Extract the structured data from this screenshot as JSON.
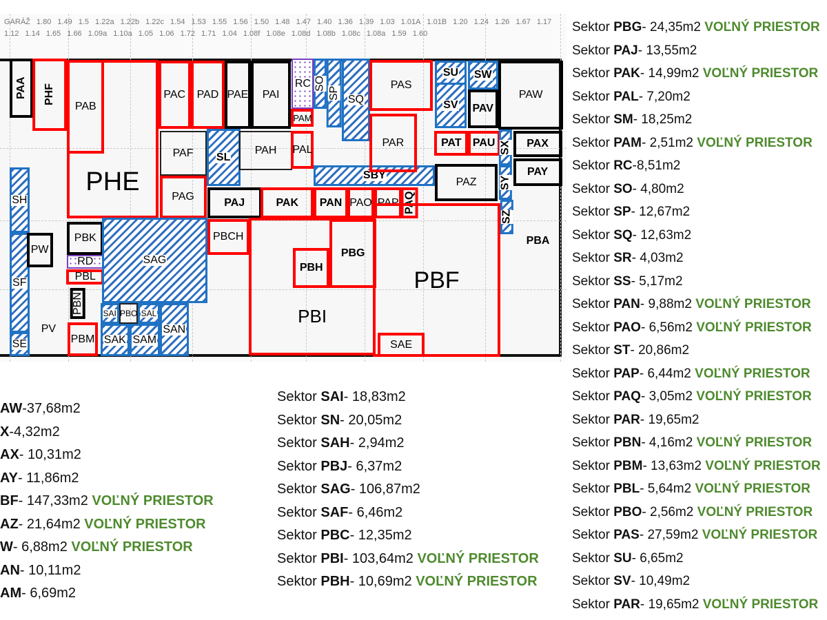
{
  "colors": {
    "occupied": "#ff0000",
    "common": "#1f72c4",
    "other": "#000000",
    "free_text": "#4e8a2e",
    "reception": "#7a3fc0"
  },
  "plan": {
    "rooms": [
      "PAA",
      "PHF",
      "PAB",
      "PHE",
      "PAC",
      "PAD",
      "PAE",
      "PAI",
      "PAF",
      "SL",
      "PAH",
      "PAG",
      "PAJ",
      "PBCH",
      "SH",
      "SF",
      "SE",
      "PW",
      "PV",
      "PBK",
      "RD",
      "PBL",
      "PBN",
      "PBM",
      "SAG",
      "SAI",
      "PBO",
      "SAL",
      "SAK",
      "SAM",
      "SAN",
      "PBI",
      "RC",
      "PAM",
      "PAL",
      "SO",
      "SP",
      "SQ",
      "SBY",
      "PAS",
      "PAR",
      "SU",
      "SV",
      "SW",
      "PAV",
      "PAW",
      "PAT",
      "PAU",
      "SX",
      "SY",
      "SZ",
      "PAX",
      "PAY",
      "PAZ",
      "PAK",
      "PAN",
      "PAO",
      "PAP",
      "PAQ",
      "PBG",
      "PBH",
      "PBF",
      "SAE",
      "PBA"
    ],
    "numbers": [
      "GARÁŽ",
      "1.80",
      "1.49",
      "1.5",
      "1.22a",
      "1.22b",
      "1.22c",
      "1.54",
      "1.53",
      "1.55",
      "1.56",
      "1.50",
      "1.48",
      "1.47",
      "1.40",
      "1.36",
      "1.39",
      "1.03",
      "1.01A",
      "1.01B",
      "1.20",
      "1.24",
      "1.26",
      "1.67",
      "1.17",
      "1.12",
      "1.14",
      "1.65",
      "1.66",
      "1.09a",
      "1.10a",
      "1.05",
      "1.06",
      "1.72",
      "1.71",
      "1.04",
      "1.08f",
      "1.08e",
      "1.08d",
      "1.08b",
      "1.08c",
      "1.08a",
      "1.59",
      "1.60"
    ]
  },
  "list_left": [
    {
      "code": "AW",
      "rest": "-37,68m2",
      "status": ""
    },
    {
      "code": "X",
      "rest": "-4,32m2",
      "status": ""
    },
    {
      "code": "AX",
      "rest": "- 10,31m2",
      "status": ""
    },
    {
      "code": "AY",
      "rest": "- 11,86m2",
      "status": ""
    },
    {
      "code": "BF",
      "rest": "- 147,33m2 ",
      "status": "VOĽNÝ PRIESTOR"
    },
    {
      "code": "AZ",
      "rest": "- 21,64m2 ",
      "status": "VOĽNÝ PRIESTOR"
    },
    {
      "code": "W",
      "rest": "- 6,88m2 ",
      "status": "VOĽNÝ PRIESTOR"
    },
    {
      "code": "AN",
      "rest": "- 10,11m2",
      "status": ""
    },
    {
      "code": "AM",
      "rest": "- 6,69m2",
      "status": ""
    }
  ],
  "list_middle": [
    {
      "prefix": "Sektor ",
      "code": "SAI",
      "rest": "- 18,83m2",
      "status": ""
    },
    {
      "prefix": "Sektor ",
      "code": "SN",
      "rest": "- 20,05m2",
      "status": ""
    },
    {
      "prefix": "Sektor ",
      "code": "SAH",
      "rest": "- 2,94m2",
      "status": ""
    },
    {
      "prefix": "Sektor ",
      "code": "PBJ",
      "rest": "- 6,37m2",
      "status": ""
    },
    {
      "prefix": "Sektor ",
      "code": "SAG",
      "rest": "- 106,87m2",
      "status": ""
    },
    {
      "prefix": "Sektor ",
      "code": "SAF",
      "rest": "- 6,46m2",
      "status": ""
    },
    {
      "prefix": "Sektor ",
      "code": "PBC",
      "rest": "- 12,35m2",
      "status": ""
    },
    {
      "prefix": "Sektor ",
      "code": "PBI",
      "rest": "- 103,64m2 ",
      "status": "VOĽNÝ PRIESTOR"
    },
    {
      "prefix": "Sektor ",
      "code": "PBH",
      "rest": "- 10,69m2 ",
      "status": "VOĽNÝ PRIESTOR"
    }
  ],
  "list_right": [
    {
      "prefix": "Sektor ",
      "code": "PBG",
      "rest": "- 24,35m2 ",
      "status": "VOĽNÝ PRIESTOR"
    },
    {
      "prefix": "Sektor ",
      "code": "PAJ",
      "rest": "- 13,55m2",
      "status": ""
    },
    {
      "prefix": "Sektor ",
      "code": "PAK",
      "rest": "- 14,99m2 ",
      "status": "VOĽNÝ PRIESTOR"
    },
    {
      "prefix": "Sektor ",
      "code": "PAL",
      "rest": "- 7,20m2",
      "status": ""
    },
    {
      "prefix": "Sektor ",
      "code": "SM",
      "rest": "- 18,25m2",
      "status": ""
    },
    {
      "prefix": "Sektor ",
      "code": "PAM",
      "rest": "- 2,51m2 ",
      "status": "VOĽNÝ PRIESTOR"
    },
    {
      "prefix": "Sektor ",
      "code": "RC",
      "rest": "-8,51m2",
      "status": ""
    },
    {
      "prefix": "Sektor ",
      "code": "SO",
      "rest": "- 4,80m2",
      "status": ""
    },
    {
      "prefix": "Sektor ",
      "code": "SP",
      "rest": "- 12,67m2",
      "status": ""
    },
    {
      "prefix": "Sektor ",
      "code": "SQ",
      "rest": "- 12,63m2",
      "status": ""
    },
    {
      "prefix": "Sektor ",
      "code": "SR",
      "rest": "- 4,03m2",
      "status": ""
    },
    {
      "prefix": "Sektor ",
      "code": "SS",
      "rest": "- 5,17m2",
      "status": ""
    },
    {
      "prefix": "Sektor ",
      "code": "PAN",
      "rest": "- 9,88m2 ",
      "status": "VOĽNÝ PRIESTOR"
    },
    {
      "prefix": "Sektor ",
      "code": "PAO",
      "rest": "- 6,56m2 ",
      "status": "VOĽNÝ PRIESTOR"
    },
    {
      "prefix": "Sektor ",
      "code": "ST",
      "rest": "- 20,86m2",
      "status": ""
    },
    {
      "prefix": "Sektor ",
      "code": "PAP",
      "rest": "- 6,44m2 ",
      "status": "VOĽNÝ PRIESTOR"
    },
    {
      "prefix": "Sektor ",
      "code": "PAQ",
      "rest": "- 3,05m2 ",
      "status": "VOĽNÝ PRIESTOR"
    },
    {
      "prefix": "Sektor ",
      "code": "PAR",
      "rest": "- 19,65m2",
      "status": ""
    },
    {
      "prefix": "Sektor ",
      "code": "PBN",
      "rest": "- 4,16m2 ",
      "status": "VOĽNÝ PRIESTOR"
    },
    {
      "prefix": "Sektor ",
      "code": "PBM",
      "rest": "- 13,63m2 ",
      "status": "VOĽNÝ PRIESTOR"
    },
    {
      "prefix": "Sektor ",
      "code": "PBL",
      "rest": "- 5,64m2 ",
      "status": "VOĽNÝ PRIESTOR"
    },
    {
      "prefix": "Sektor ",
      "code": "PBO",
      "rest": "- 2,56m2 ",
      "status": "VOĽNÝ PRIESTOR"
    },
    {
      "prefix": "Sektor ",
      "code": "PAS",
      "rest": "- 27,59m2 ",
      "status": "VOĽNÝ PRIESTOR"
    },
    {
      "prefix": "Sektor ",
      "code": "SU",
      "rest": "- 6,65m2",
      "status": ""
    },
    {
      "prefix": "Sektor ",
      "code": "SV",
      "rest": "- 10,49m2",
      "status": ""
    },
    {
      "prefix": "Sektor ",
      "code": "PAR",
      "rest": "- 19,65m2 ",
      "status": "VOĽNÝ PRIESTOR"
    }
  ]
}
